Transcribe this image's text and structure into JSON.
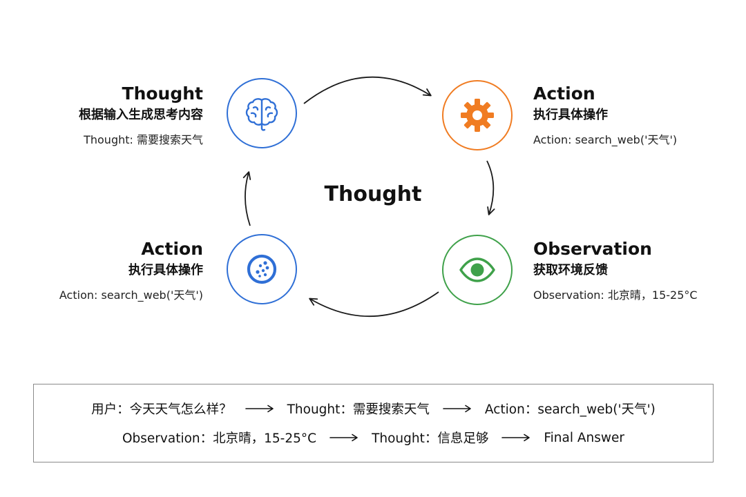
{
  "diagram": {
    "center_title": "Thought",
    "nodes": [
      {
        "id": "thought",
        "title": "Thought",
        "subtitle": "根据输入生成思考内容",
        "example": "Thought: 需要搜索天气",
        "icon": "brain-icon",
        "color": "#2f6fd6"
      },
      {
        "id": "action-top",
        "title": "Action",
        "subtitle": "执行具体操作",
        "example": "Action: search_web('天气')",
        "icon": "gear-icon",
        "color": "#f07c22"
      },
      {
        "id": "observation",
        "title": "Observation",
        "subtitle": "获取环境反馈",
        "example": "Observation: 北京晴，15-25°C",
        "icon": "eye-icon",
        "color": "#3fa14a"
      },
      {
        "id": "action-left",
        "title": "Action",
        "subtitle": "执行具体操作",
        "example": "Action: search_web('天气')",
        "icon": "cookie-icon",
        "color": "#2f6fd6"
      }
    ],
    "edges": [
      {
        "from": "thought",
        "to": "action-top"
      },
      {
        "from": "action-top",
        "to": "observation"
      },
      {
        "from": "observation",
        "to": "action-left"
      },
      {
        "from": "action-left",
        "to": "thought"
      }
    ]
  },
  "flow": {
    "line1": [
      "用户：今天天气怎么样？",
      "Thought：需要搜索天气",
      "Action：search_web('天气')"
    ],
    "line2": [
      "Observation：北京晴，15-25°C",
      "Thought：信息足够",
      "Final Answer"
    ]
  }
}
